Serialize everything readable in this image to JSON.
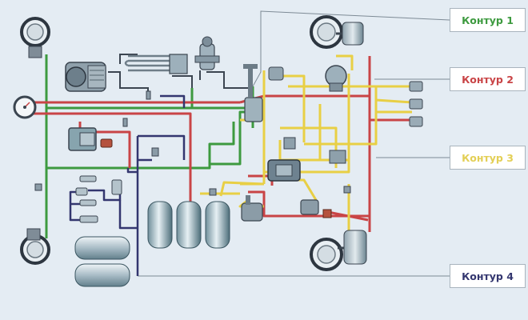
{
  "labels": {
    "c1": "Контур 1",
    "c2": "Контур 2",
    "c3": "Контур 3",
    "c4": "Контур 4"
  },
  "colors": {
    "background": "#e4ecf3",
    "circuit_1": "#3d9a3f",
    "circuit_2": "#c94446",
    "circuit_3": "#e8cf45",
    "circuit_4": "#33366f",
    "leader": "#7d8a95",
    "component_metal": "#9aa7b3",
    "component_teal": "#4f9aa0",
    "component_dark": "#3b4550"
  }
}
